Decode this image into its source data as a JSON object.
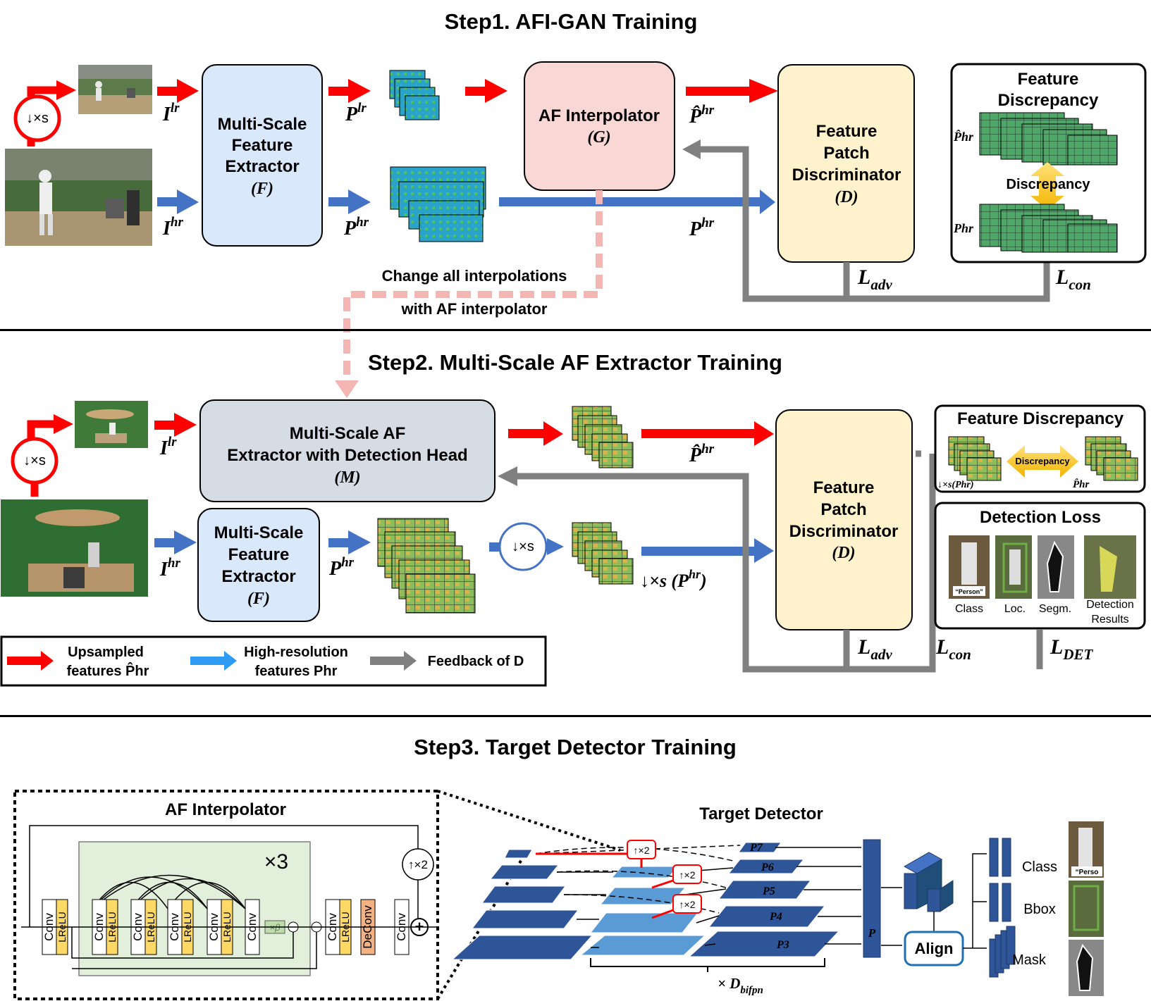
{
  "step1": {
    "title": "Step1. AFI-GAN Training",
    "downsample": "↓×s",
    "i_lr": "I",
    "i_lr_sup": "lr",
    "i_hr": "I",
    "i_hr_sup": "hr",
    "extractor": [
      "Multi-Scale",
      "Feature",
      "Extractor",
      "(F)"
    ],
    "p_lr": "P",
    "p_lr_sup": "lr",
    "p_hr": "P",
    "p_hr_sup": "hr",
    "interpolator": [
      "AF Interpolator",
      "(G)"
    ],
    "phat_hr": "P̂",
    "phat_hr_sup": "hr",
    "p_hr2": "P",
    "p_hr2_sup": "hr",
    "discriminator": [
      "Feature",
      "Patch",
      "Discriminator",
      "(D)"
    ],
    "feature_discrepancy": [
      "Feature",
      "Discrepancy"
    ],
    "fd_top_label": "P̂hr",
    "fd_bottom_label": "Phr",
    "discrepancy": "Discrepancy",
    "change_note": [
      "Change all interpolations",
      "with AF interpolator"
    ],
    "l_adv": "L",
    "l_adv_sub": "adv",
    "l_con": "L",
    "l_con_sub": "con"
  },
  "step2": {
    "title": "Step2. Multi-Scale AF Extractor Training",
    "downsample": "↓×s",
    "i_lr": "I",
    "i_lr_sup": "lr",
    "i_hr": "I",
    "i_hr_sup": "hr",
    "m_box": [
      "Multi-Scale AF",
      "Extractor with Detection Head",
      "(M)"
    ],
    "extractor": [
      "Multi-Scale",
      "Feature",
      "Extractor",
      "(F)"
    ],
    "p_hr": "P",
    "p_hr_sup": "hr",
    "phat_hr": "P̂",
    "phat_hr_sup": "hr",
    "down_phr": "↓×s (P",
    "down_phr_sup": "hr",
    "down_phr_close": ")",
    "discriminator": [
      "Feature",
      "Patch",
      "Discriminator",
      "(D)"
    ],
    "feature_discrepancy": "Feature Discrepancy",
    "discrepancy": "Discrepancy",
    "fd_left_label": "↓×s(Phr)",
    "fd_right_label": "P̂hr",
    "detection_loss": "Detection Loss",
    "det_labels": [
      "Class",
      "Loc.",
      "Segm.",
      "Detection",
      "Results"
    ],
    "person_tag": "“Person”",
    "l_adv": "L",
    "l_adv_sub": "adv",
    "l_con": "L",
    "l_con_sub": "con",
    "l_det": "L",
    "l_det_sub": "DET"
  },
  "legend": {
    "red": [
      "Upsampled",
      "features P̂hr"
    ],
    "blue": [
      "High-resolution",
      "features Phr"
    ],
    "gray": "Feedback of D"
  },
  "step3": {
    "title": "Step3. Target Detector Training",
    "af_title": "AF Interpolator",
    "times3": "×3",
    "up2": "↑×2",
    "conv": "Conv",
    "lrelu": "LReLU",
    "deconv": "DeConv",
    "beta": "×β",
    "td_title": "Target Detector",
    "p_labels": [
      "P7",
      "P6",
      "P5",
      "P4",
      "P3"
    ],
    "p_block": "P",
    "align": "Align",
    "heads": [
      "Class",
      "Bbox",
      "Mask"
    ],
    "person_tag": "“Perso",
    "dbifpn": "× D",
    "dbifpn_sub": "bifpn"
  },
  "colors": {
    "red": "#ff0000",
    "blue": "#4472c4",
    "gray": "#808080",
    "pink": "#f4b6b3",
    "extractor": "#dae8fc",
    "interpolator": "#f8d7d5",
    "discriminator": "#fff2cc",
    "m_box": "#d6dce4",
    "block_green": "#e2efda",
    "lrelu": "#ffd966",
    "deconv": "#f4b183",
    "layer": "#2e5597",
    "layer_light": "#5b9bd5"
  }
}
